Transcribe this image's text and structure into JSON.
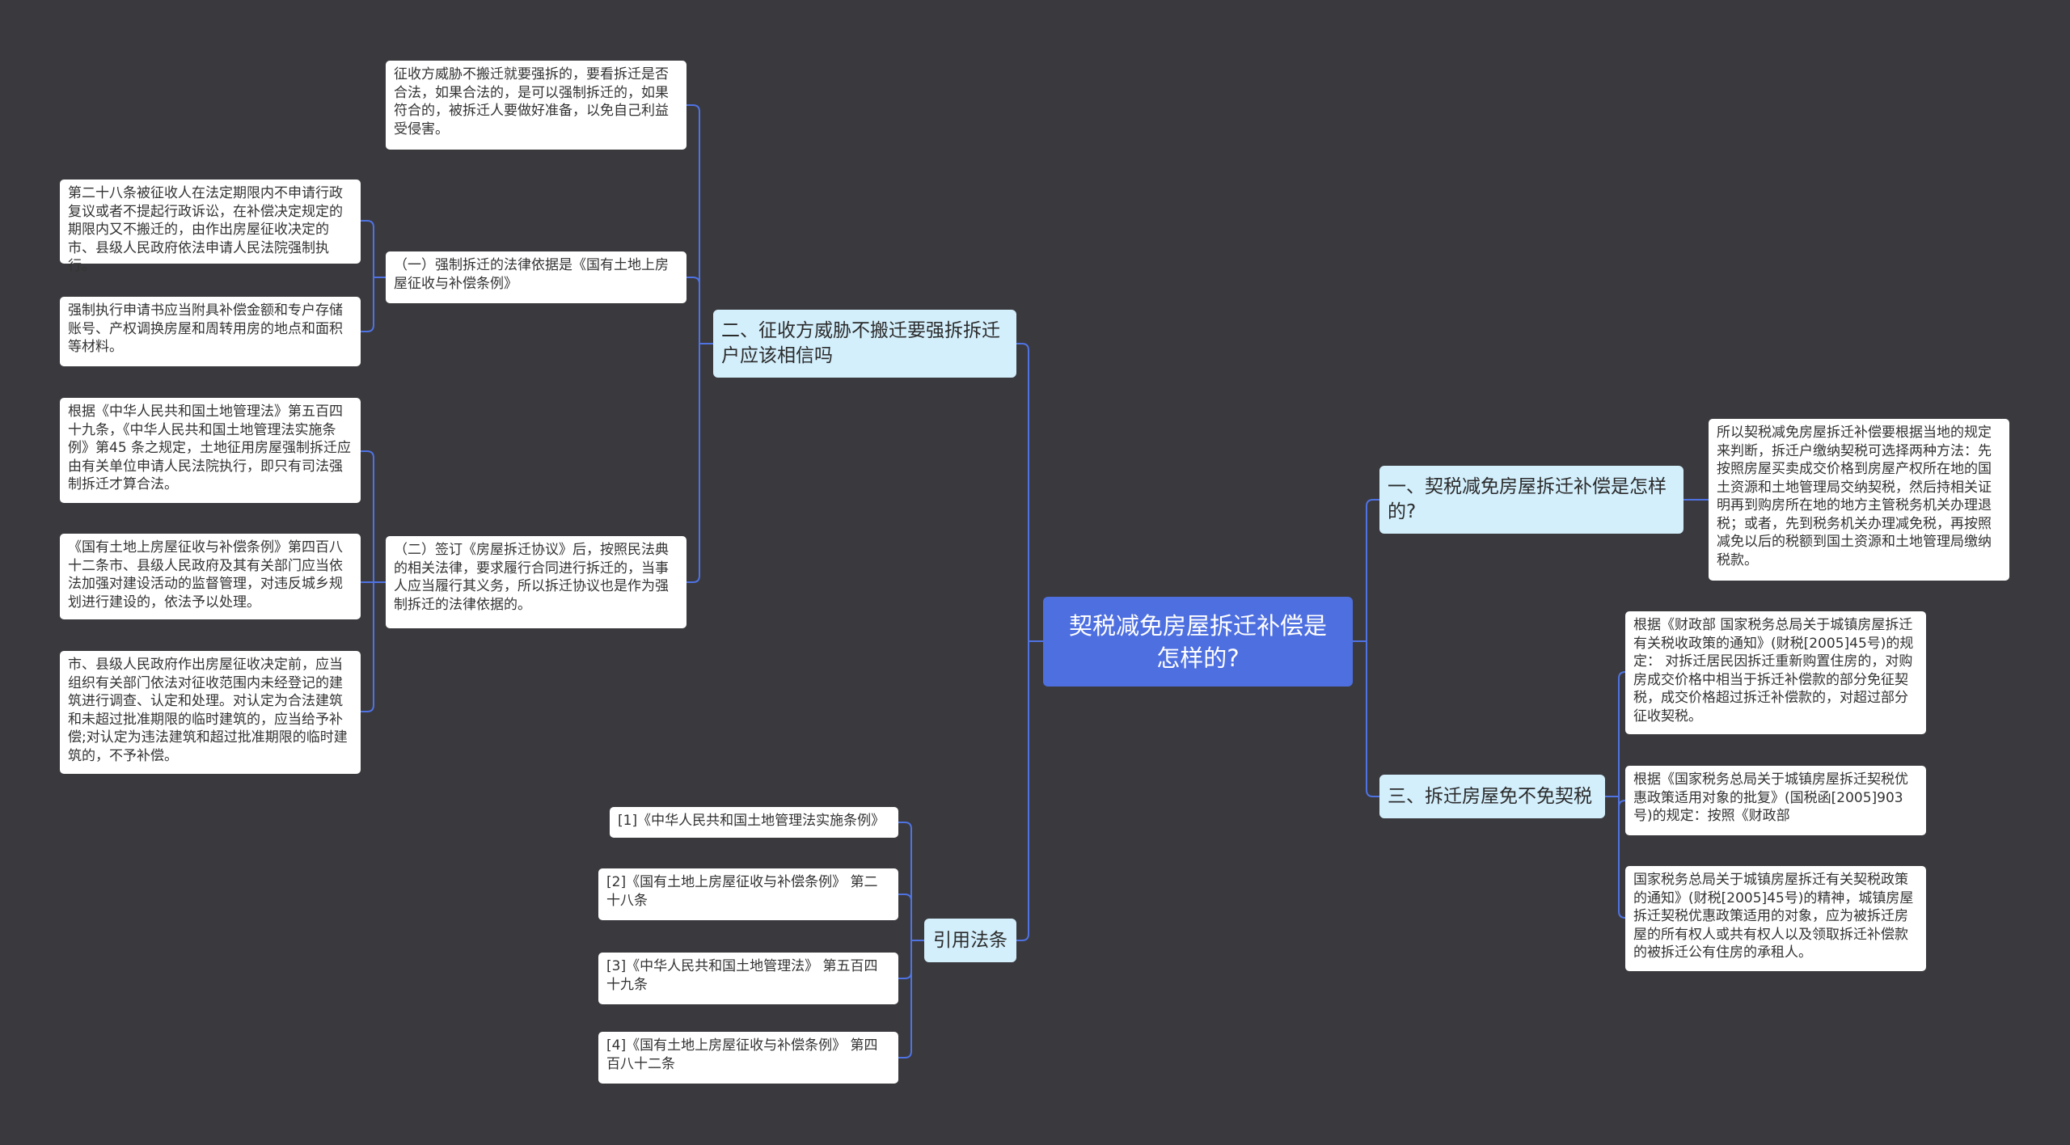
{
  "root": {
    "title": "契税减免房屋拆迁补偿是怎样的?"
  },
  "colors": {
    "background": "#3a393d",
    "root": "#4e6fe0",
    "branch": "#d3effc",
    "leaf": "#ffffff",
    "line": "#4f73e3"
  },
  "branches": {
    "b1": "一、契税减免房屋拆迁补偿是怎样的?",
    "b2": "二、征收方威胁不搬迁要强拆拆迁户应该相信吗",
    "b3": "三、拆迁房屋免不免契税",
    "b4": "引用法条"
  },
  "b1_leaves": [
    "所以契税减免房屋拆迁补偿要根据当地的规定来判断，拆迁户缴纳契税可选择两种方法：先按照房屋买卖成交价格到房屋产权所在地的国土资源和土地管理局交纳契税，然后持相关证明再到购房所在地的地方主管税务机关办理退税；或者，先到税务机关办理减免税，再按照减免以后的税额到国土资源和土地管理局缴纳税款。"
  ],
  "b2_leaves": [
    "征收方威胁不搬迁就要强拆的，要看拆迁是否合法，如果合法的，是可以强制拆迁的，如果符合的，被拆迁人要做好准备，以免自己利益受侵害。",
    "（一）强制拆迁的法律依据是《国有土地上房屋征收与补偿条例》",
    "（二）签订《房屋拆迁协议》后，按照民法典的相关法律，要求履行合同进行拆迁的，当事人应当履行其义务，所以拆迁协议也是作为强制拆迁的法律依据的。"
  ],
  "b2_sub1": [
    "第二十八条被征收人在法定期限内不申请行政复议或者不提起行政诉讼，在补偿决定规定的期限内又不搬迁的，由作出房屋征收决定的市、县级人民政府依法申请人民法院强制执行。",
    "强制执行申请书应当附具补偿金额和专户存储账号、产权调换房屋和周转用房的地点和面积等材料。"
  ],
  "b2_sub2": [
    "根据《中华人民共和国土地管理法》第五百四十九条，《中华人民共和国土地管理法实施条例》第45 条之规定，土地征用房屋强制拆迁应由有关单位申请人民法院执行，即只有司法强制拆迁才算合法。",
    "《国有土地上房屋征收与补偿条例》第四百八十二条市、县级人民政府及其有关部门应当依法加强对建设活动的监督管理，对违反城乡规划进行建设的，依法予以处理。",
    "市、县级人民政府作出房屋征收决定前，应当组织有关部门依法对征收范围内未经登记的建筑进行调查、认定和处理。对认定为合法建筑和未超过批准期限的临时建筑的，应当给予补偿;对认定为违法建筑和超过批准期限的临时建筑的，不予补偿。"
  ],
  "b3_leaves": [
    "根据《财政部 国家税务总局关于城镇房屋拆迁有关税收政策的通知》(财税[2005]45号)的规定： 对拆迁居民因拆迁重新购置住房的，对购房成交价格中相当于拆迁补偿款的部分免征契税，成交价格超过拆迁补偿款的，对超过部分征收契税。",
    "根据《国家税务总局关于城镇房屋拆迁契税优惠政策适用对象的批复》(国税函[2005]903号)的规定：按照《财政部",
    "国家税务总局关于城镇房屋拆迁有关契税政策的通知》(财税[2005]45号)的精神，城镇房屋拆迁契税优惠政策适用的对象，应为被拆迁房屋的所有权人或共有权人以及领取拆迁补偿款的被拆迁公有住房的承租人。"
  ],
  "b4_leaves": [
    "[1]《中华人民共和国土地管理法实施条例》",
    "[2]《国有土地上房屋征收与补偿条例》 第二十八条",
    "[3]《中华人民共和国土地管理法》 第五百四十九条",
    "[4]《国有土地上房屋征收与补偿条例》 第四百八十二条"
  ]
}
